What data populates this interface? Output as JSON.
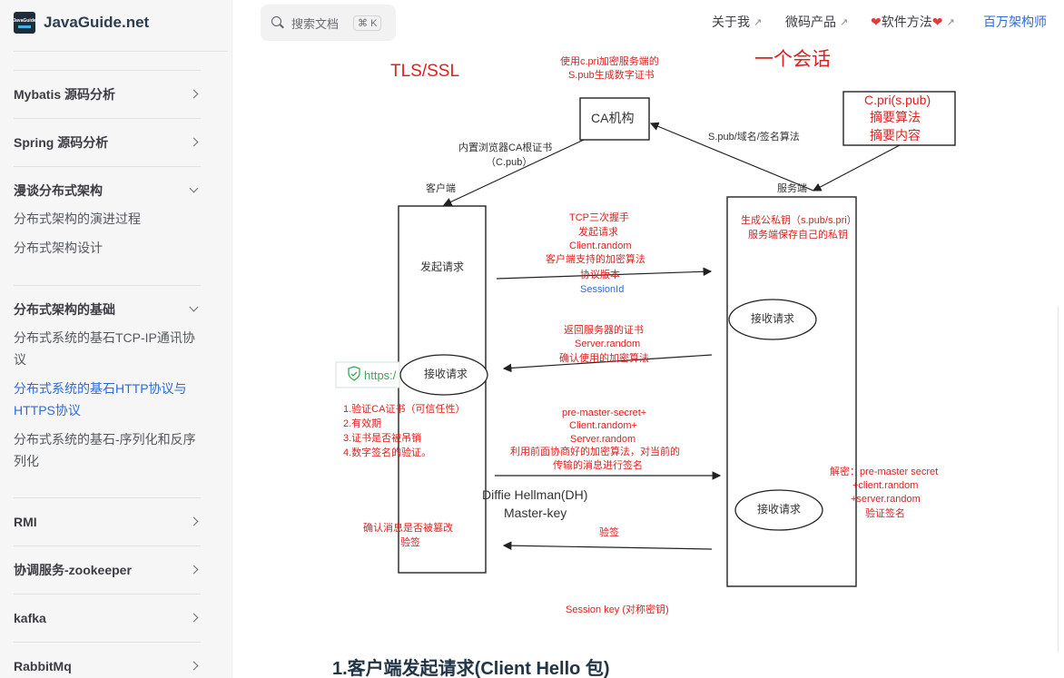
{
  "brand": {
    "name": "JavaGuide.net",
    "logo_text": "JavaGuide"
  },
  "sidebar": {
    "groups": [
      {
        "label": "Mybatis 源码分析",
        "expanded": false
      },
      {
        "label": "Spring 源码分析",
        "expanded": false
      },
      {
        "label": "漫谈分布式架构",
        "expanded": true
      },
      {
        "label": "分布式架构的基础",
        "expanded": true
      },
      {
        "label": "RMI",
        "expanded": false
      },
      {
        "label": "协调服务-zookeeper",
        "expanded": false
      },
      {
        "label": "kafka",
        "expanded": false
      },
      {
        "label": "RabbitMq",
        "expanded": false
      }
    ],
    "items_arch": [
      "分布式架构的演进过程",
      "分布式架构设计"
    ],
    "items_basics": [
      "分布式系统的基石TCP-IP通讯协议",
      "分布式系统的基石HTTP协议与HTTPS协议",
      "分布式系统的基石-序列化和反序列化"
    ]
  },
  "search": {
    "placeholder": "搜索文档",
    "shortcut": "⌘ K"
  },
  "nav": {
    "about": "关于我",
    "micro": "微码产品",
    "method": "软件方法",
    "arch": "百万架构师"
  },
  "diagram": {
    "title_left": "TLS/SSL",
    "title_right": "一个会话",
    "ca_note_1": "使用c.pri加密服务端的",
    "ca_note_2": "S.pub生成数字证书",
    "ca_box": "CA机构",
    "server_keys": [
      "C.pri(s.pub)",
      "摘要算法",
      "摘要内容"
    ],
    "browser_cert_1": "内置浏览器CA根证书",
    "browser_cert_2": "（C.pub）",
    "ca_to_server": "S.pub/域名/签名算法",
    "client_label": "客户端",
    "server_label": "服务端",
    "server_gen_1": "生成公私钥（s.pub/s.pri）",
    "server_gen_2": "服务端保存自己的私钥",
    "client_request": "发起请求",
    "step1": [
      "TCP三次握手",
      "发起请求",
      "Client.random",
      "客户端支持的加密算法",
      "协议版本"
    ],
    "step1_session": "SessionId",
    "server_receive_1": "接收请求",
    "step2": [
      "返回服务器的证书",
      "Server.random",
      "确认使用的加密算法"
    ],
    "https_badge": "https:/",
    "client_receive": "接收请求",
    "verify": [
      "1.验证CA证书（可信任性）",
      "2.有效期",
      "3.证书是否被吊销",
      "4.数字签名的验证。"
    ],
    "step3": [
      "pre-master-secret+",
      "Client.random+",
      "Server.random",
      "利用前面协商好的加密算法，对当前的",
      "传输的消息进行签名"
    ],
    "dh_1": "Diffie Hellman(DH)",
    "dh_2": "Master-key",
    "decrypt": [
      "解密：pre-master secret",
      "+client.random",
      "+server.random",
      "验证签名"
    ],
    "server_receive_2": "接收请求",
    "client_confirm_1": "确认消息是否被篡改",
    "client_confirm_2": "验签",
    "sign_verify": "验签",
    "session_key": "Session key (对称密钥)"
  },
  "content": {
    "heading": "1.客户端发起请求(Client Hello 包)"
  }
}
